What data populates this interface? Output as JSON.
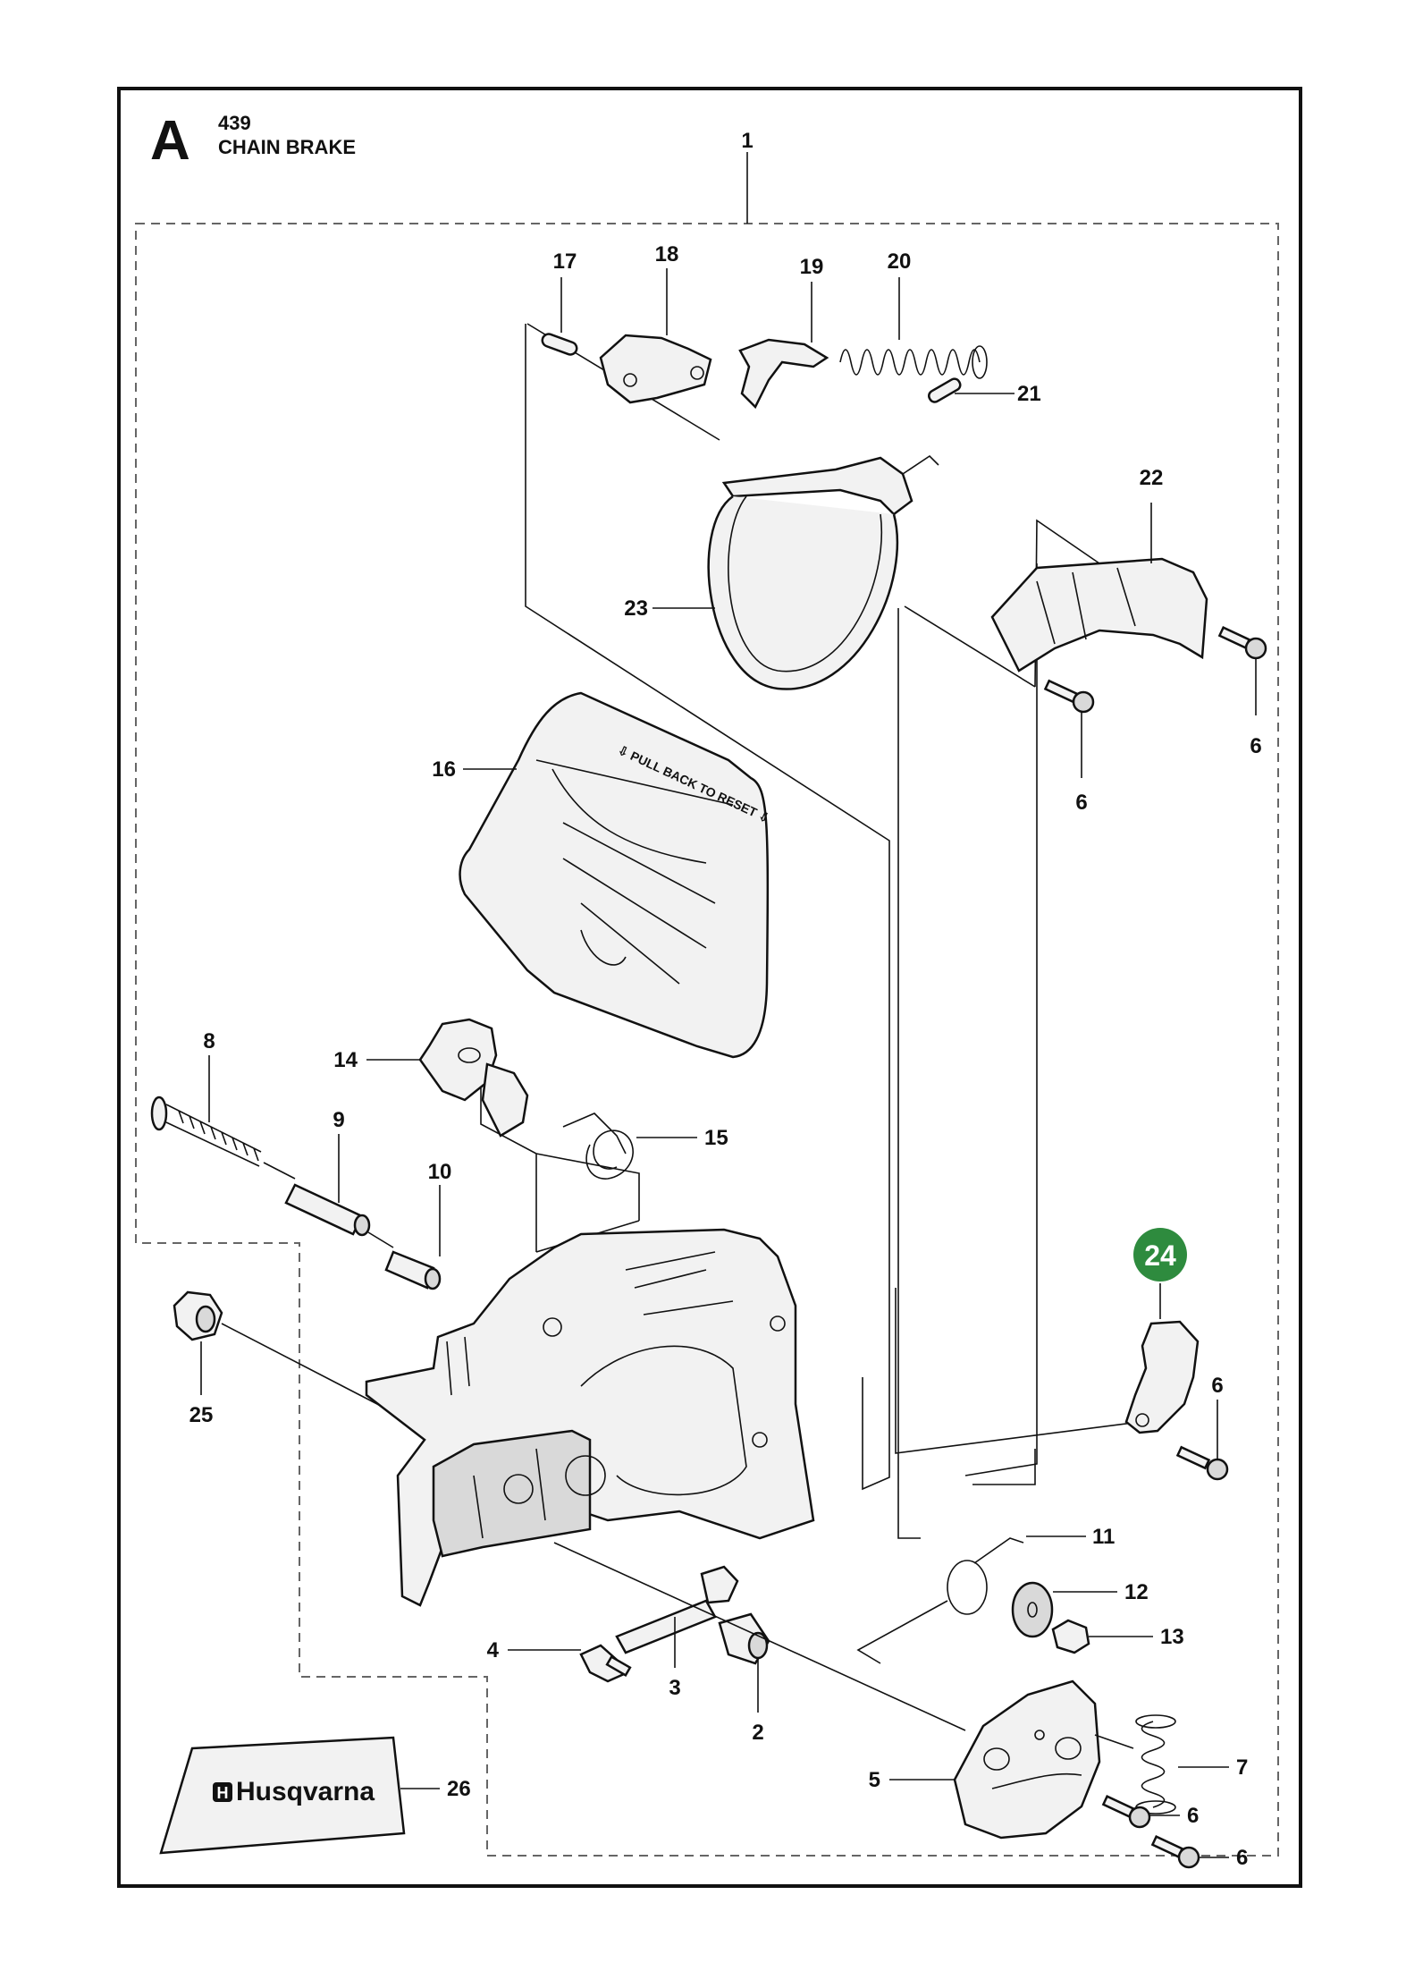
{
  "header": {
    "section_letter": "A",
    "model": "439",
    "title": "CHAIN BRAKE"
  },
  "highlight": {
    "label": "24",
    "color": "#2e8b3e"
  },
  "brand": {
    "logo_text": "Husqvarna"
  },
  "callouts": {
    "c1": "1",
    "c2": "2",
    "c3": "3",
    "c4": "4",
    "c5": "5",
    "c6a": "6",
    "c6b": "6",
    "c6c": "6",
    "c6d": "6",
    "c6e": "6",
    "c7": "7",
    "c8": "8",
    "c9": "9",
    "c10": "10",
    "c11": "11",
    "c12": "12",
    "c13": "13",
    "c14": "14",
    "c15": "15",
    "c16": "16",
    "c17": "17",
    "c18": "18",
    "c19": "19",
    "c20": "20",
    "c21": "21",
    "c22": "22",
    "c23": "23",
    "c25": "25",
    "c26": "26"
  },
  "colors": {
    "line": "#111111",
    "fill_light": "#f2f2f2",
    "fill_mid": "#d9d9d9",
    "dash": "#666666"
  }
}
